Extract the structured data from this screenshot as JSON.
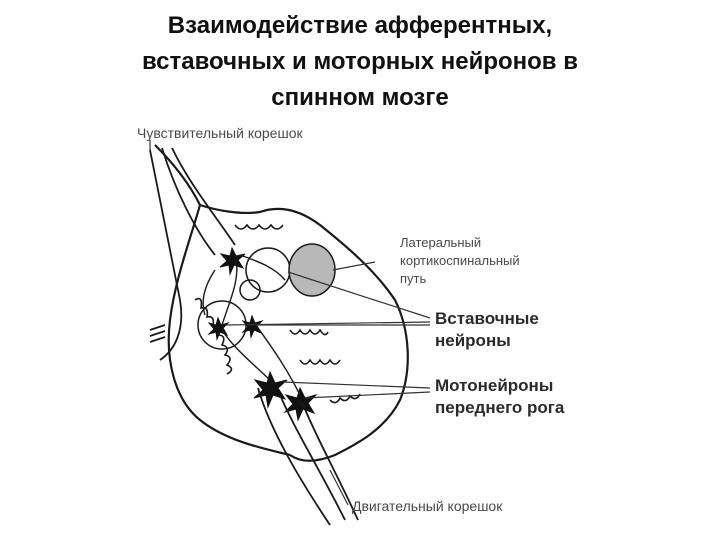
{
  "title": {
    "line1": "Взаимодействие афферентных,",
    "line2": "вставочных и моторных нейронов в",
    "line3": "спинном мозге"
  },
  "labels": {
    "sensory_root": "Чувствительный корешок",
    "lateral_tract": [
      "Латеральный",
      "кортикоспинальный",
      "путь"
    ],
    "interneurons": [
      "Вставочные",
      "нейроны"
    ],
    "motoneurons": [
      "Мотонейроны",
      "переднего рога"
    ],
    "motor_root": "Двигательный корешок"
  },
  "colors": {
    "ink": "#1a1a1a",
    "tract_fill": "#b8b8b8"
  }
}
